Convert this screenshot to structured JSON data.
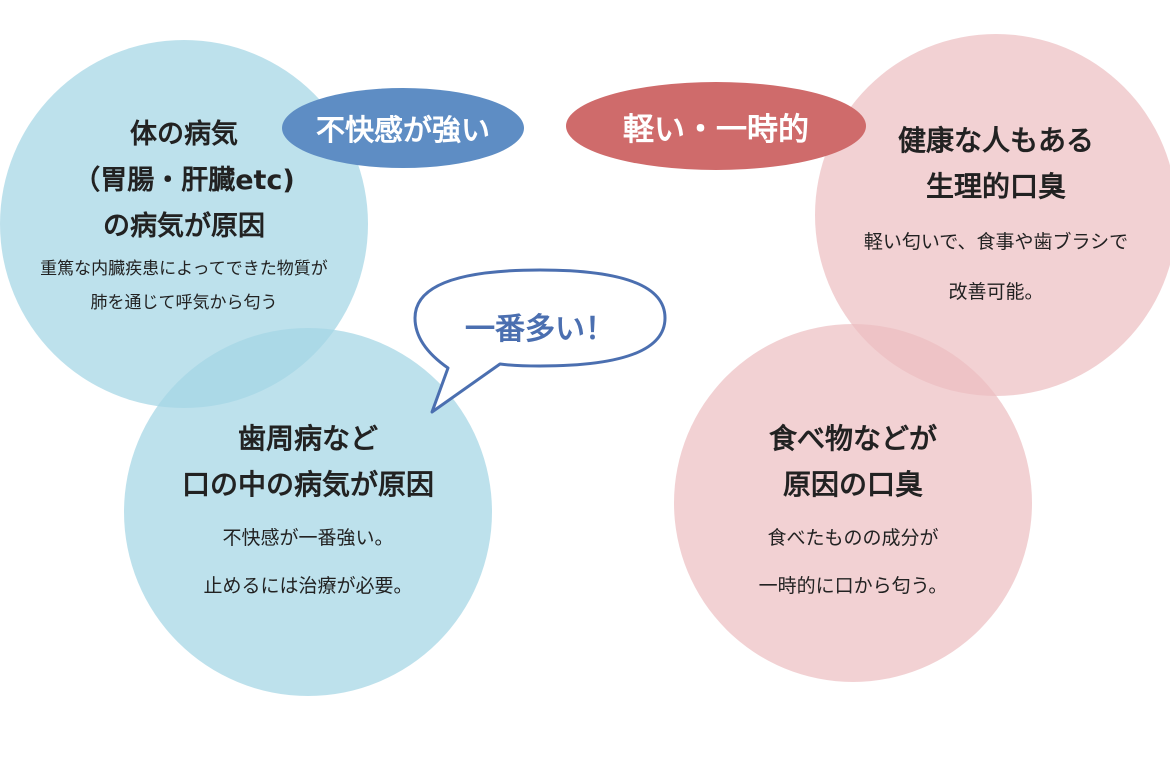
{
  "pills": {
    "left": "不快感が強い",
    "right": "軽い・一時的"
  },
  "bubble": "一番多い！",
  "circles": {
    "body": {
      "heading": [
        "体の病気",
        "（胃腸・肝臓etc)",
        "の病気が原因"
      ],
      "note": [
        "重篤な内臓疾患によってできた物質が",
        "肺を通じて呼気から匂う"
      ]
    },
    "gum": {
      "heading": [
        "歯周病など",
        "口の中の病気が原因"
      ],
      "note": [
        "不快感が一番強い。",
        "止めるには治療が必要。"
      ]
    },
    "healthy": {
      "heading": [
        "健康な人もある",
        "生理的口臭"
      ],
      "note": [
        "軽い匂いで、食事や歯ブラシで",
        "改善可能。"
      ]
    },
    "food": {
      "heading": [
        "食べ物などが",
        "原因の口臭"
      ],
      "note": [
        "食べたものの成分が",
        "一時的に口から匂う。"
      ]
    }
  },
  "colors": {
    "blue_circle": "#a4d6e5",
    "pink_circle": "#ecbec1",
    "blue_pill": "#5e8dc4",
    "red_pill": "#cf6b6b",
    "bubble_text": "#4b6fb0"
  }
}
